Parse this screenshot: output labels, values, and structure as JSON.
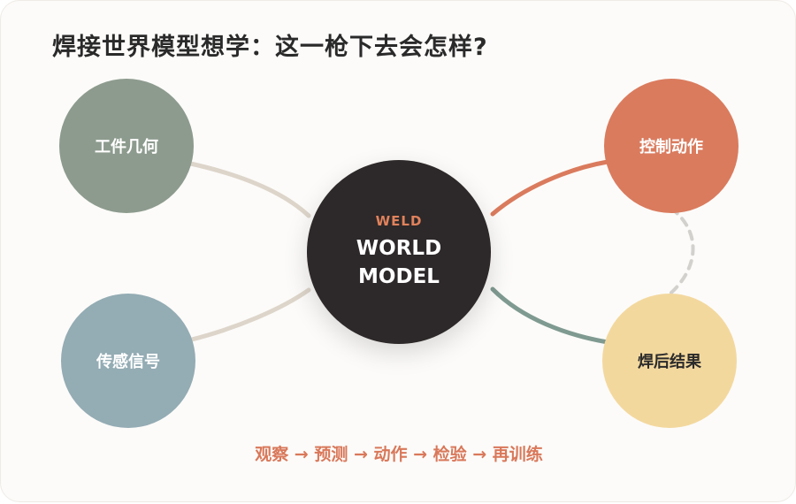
{
  "title": "焊接世界模型想学：这一枪下去会怎样?",
  "center": {
    "tag": "WELD",
    "line1": "WORLD",
    "line2": "MODEL"
  },
  "nodes": {
    "geometry": "工件几何",
    "sensor": "传感信号",
    "action": "控制动作",
    "result": "焊后结果"
  },
  "flow": "观察 → 预测 → 动作 → 检验 → 再训练",
  "colors": {
    "accent": "#da7b5e",
    "center": "#2d2829",
    "geometry": "#8d9b8e",
    "sensor": "#94acb4",
    "result": "#f3d89e",
    "link_neutral": "#ddd5ca",
    "link_feedback": "#7f9a91"
  }
}
